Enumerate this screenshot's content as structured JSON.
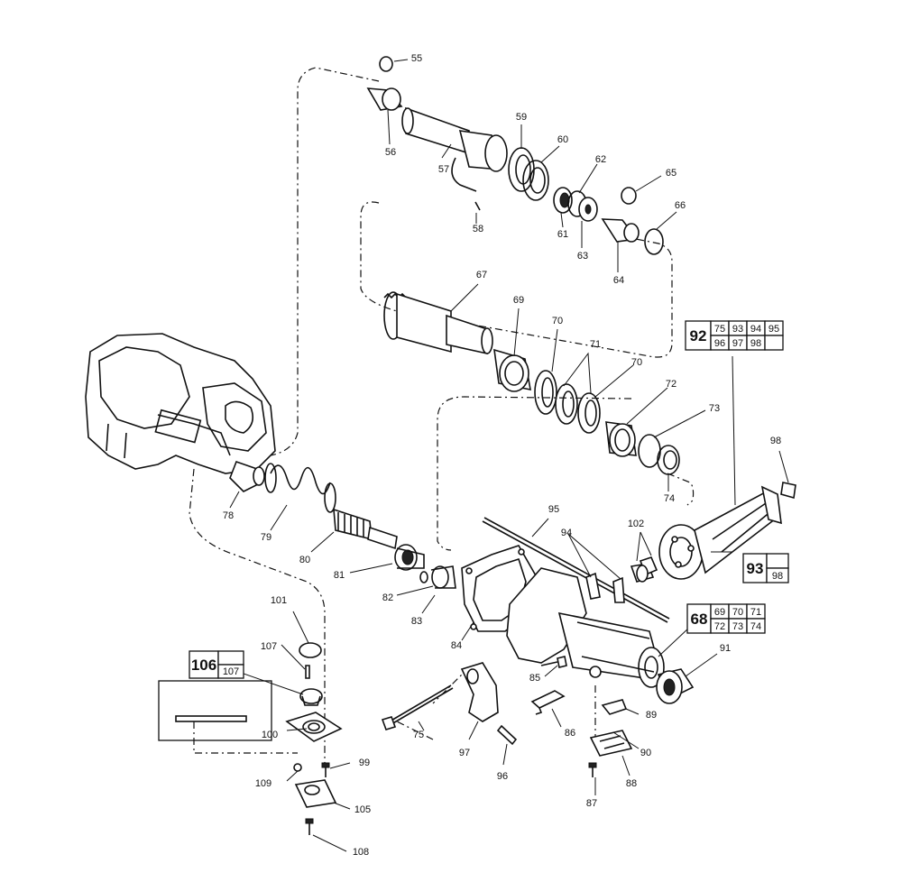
{
  "part_numbers": {
    "55": "55",
    "56": "56",
    "57": "57",
    "58": "58",
    "59": "59",
    "60": "60",
    "61": "61",
    "62": "62",
    "63": "63",
    "64": "64",
    "65": "65",
    "66": "66",
    "67": "67",
    "69": "69",
    "70a": "70",
    "70b": "70",
    "71": "71",
    "72": "72",
    "73": "73",
    "74": "74",
    "75": "75",
    "78": "78",
    "79": "79",
    "80": "80",
    "81": "81",
    "82": "82",
    "83": "83",
    "84": "84",
    "85": "85",
    "86": "86",
    "87": "87",
    "88": "88",
    "89": "89",
    "90": "90",
    "91": "91",
    "94": "94",
    "95": "95",
    "96": "96",
    "97": "97",
    "98": "98",
    "99": "99",
    "100": "100",
    "101": "101",
    "102": "102",
    "105": "105",
    "107": "107",
    "108": "108",
    "109": "109"
  },
  "kits": {
    "k92": {
      "main": "92",
      "row1": [
        "75",
        "93",
        "94",
        "95"
      ],
      "row2": [
        "96",
        "97",
        "98",
        ""
      ]
    },
    "k93": {
      "main": "93",
      "sub": "98"
    },
    "k68": {
      "main": "68",
      "row1": [
        "69",
        "70",
        "71"
      ],
      "row2": [
        "72",
        "73",
        "74"
      ]
    },
    "k106": {
      "main": "106",
      "sub": "107"
    }
  }
}
